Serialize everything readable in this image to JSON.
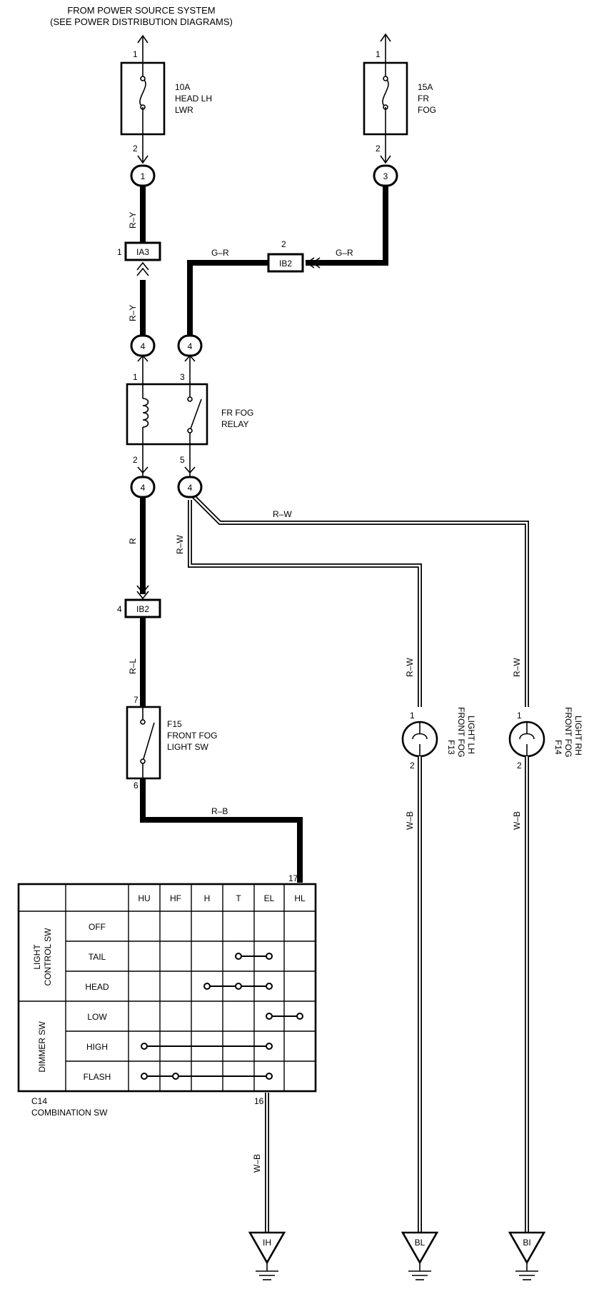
{
  "header": {
    "line1": "FROM POWER SOURCE SYSTEM",
    "line2": "(SEE POWER DISTRIBUTION DIAGRAMS)"
  },
  "fuses": [
    {
      "rating": "10A",
      "line2": "HEAD LH",
      "line3": "LWR",
      "pin_top": "1",
      "pin_bottom": "2"
    },
    {
      "rating": "15A",
      "line2": "FR",
      "line3": "FOG",
      "pin_top": "1",
      "pin_bottom": "2"
    }
  ],
  "junction_labels": {
    "j_left_top": "1",
    "j_right_top": "3",
    "j4_a": "4",
    "j4_b": "4",
    "j4_c": "4",
    "j4_d": "4"
  },
  "connectors": {
    "ia3": {
      "label": "IA3",
      "pin": "1"
    },
    "ib2_top": {
      "label": "IB2",
      "pin": "2"
    },
    "ib2_mid": {
      "label": "IB2",
      "pin": "4"
    }
  },
  "wires": {
    "ry_upper": "R–Y",
    "ry_lower": "R–Y",
    "gr_left": "G–R",
    "gr_right": "G–R",
    "r": "R",
    "rw_horiz": "R–W",
    "rw_vert": "R–W",
    "rw_lh": "R–W",
    "rw_rh": "R–W",
    "rl": "R–L",
    "rb": "R–B",
    "wb_lh": "W–B",
    "wb_rh": "W–B",
    "wb_comb": "W–B"
  },
  "relay": {
    "name_line1": "FR FOG",
    "name_line2": "RELAY",
    "pins": {
      "p1": "1",
      "p2": "2",
      "p3": "3",
      "p5": "5"
    }
  },
  "front_fog_switch": {
    "code": "F15",
    "name_line1": "FRONT FOG",
    "name_line2": "LIGHT SW",
    "pins": {
      "top": "7",
      "bottom": "6"
    }
  },
  "fog_lights": [
    {
      "code": "F13",
      "name_line1": "FRONT FOG",
      "name_line2": "LIGHT LH",
      "pin_top": "1",
      "pin_bottom": "2"
    },
    {
      "code": "F14",
      "name_line1": "FRONT FOG",
      "name_line2": "LIGHT RH",
      "pin_top": "1",
      "pin_bottom": "2"
    }
  ],
  "combination_switch": {
    "code": "C14",
    "name": "COMBINATION SW",
    "pin_top": "17",
    "pin_bottom": "16",
    "columns": [
      "HU",
      "HF",
      "H",
      "T",
      "EL",
      "HL"
    ],
    "groups": [
      {
        "label_line1": "LIGHT",
        "label_line2": "CONTROL SW",
        "rows": [
          "OFF",
          "TAIL",
          "HEAD"
        ]
      },
      {
        "label_line1": "DIMMER SW",
        "label_line2": "",
        "rows": [
          "LOW",
          "HIGH",
          "FLASH"
        ]
      }
    ],
    "connections": [
      {
        "row": "TAIL",
        "columns": [
          "T",
          "EL"
        ]
      },
      {
        "row": "HEAD",
        "columns": [
          "H",
          "T",
          "EL"
        ]
      },
      {
        "row": "LOW",
        "columns": [
          "EL",
          "HL"
        ]
      },
      {
        "row": "HIGH",
        "columns": [
          "HU",
          "EL"
        ]
      },
      {
        "row": "FLASH",
        "columns": [
          "HU",
          "HF",
          "EL"
        ]
      }
    ]
  },
  "grounds": [
    {
      "label": "IH"
    },
    {
      "label": "BL"
    },
    {
      "label": "BI"
    }
  ]
}
